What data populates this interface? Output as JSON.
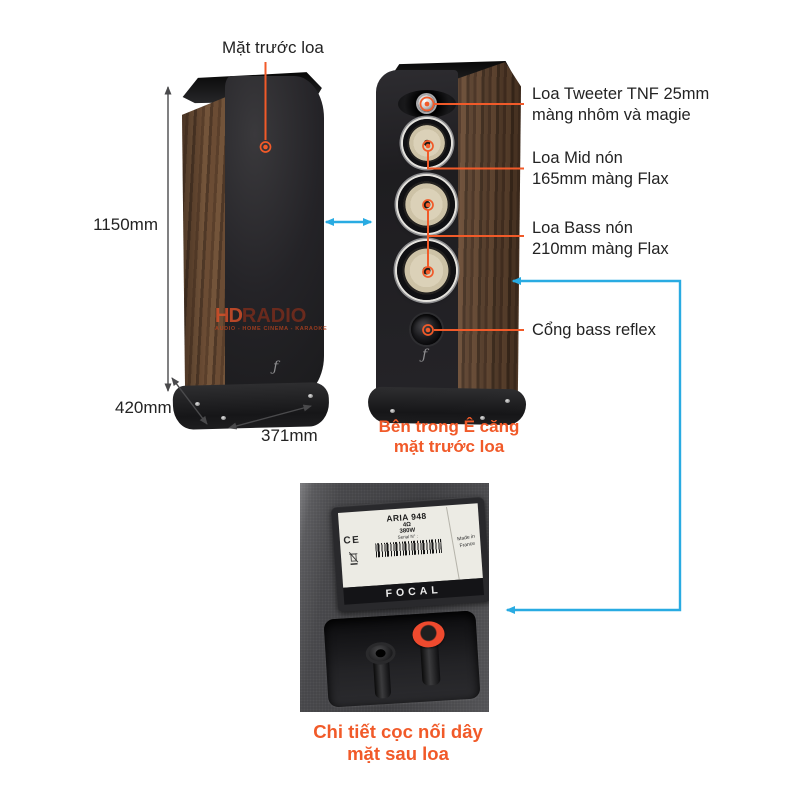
{
  "colors": {
    "orange": "#f15a29",
    "blue": "#29abe2",
    "ink": "#232323"
  },
  "labels": {
    "front": "Mặt trước loa",
    "tweeter_1": "Loa Tweeter TNF 25mm",
    "tweeter_2": "màng nhôm và magie",
    "mid_1": "Loa Mid nón",
    "mid_2": "165mm màng Flax",
    "bass_1": "Loa Bass nón",
    "bass_2": "210mm màng Flax",
    "port": "Cổng bass reflex",
    "grille_cap_1": "Bên trong Ê căng",
    "grille_cap_2": "mặt trước loa",
    "rear_cap_1": "Chi tiết cọc nối dây",
    "rear_cap_2": "mặt sau loa"
  },
  "dimensions": {
    "height": "1150mm",
    "depth": "420mm",
    "width": "371mm"
  },
  "watermark": {
    "hd": "HD",
    "radio": "RADIO",
    "tagline": "AUDIO - HOME CINEMA - KARAOKE"
  },
  "rear_panel": {
    "ce": "CE",
    "model": "ARIA 948",
    "impedance": "4Ω",
    "power": "380W",
    "serial": "Serial N° :",
    "made_in_1": "Made in",
    "made_in_2": "France",
    "brand": "FOCAL"
  },
  "icons": {
    "focal_glyph": "ƒ"
  }
}
